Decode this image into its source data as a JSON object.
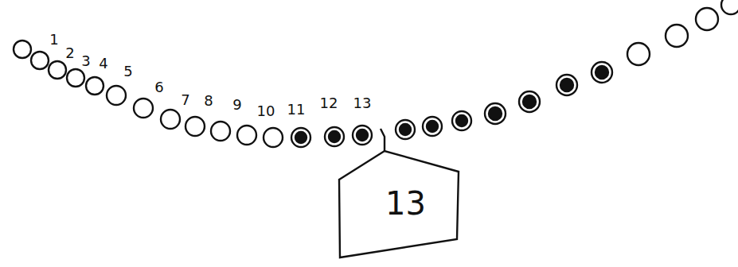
{
  "diagram": {
    "nodes": [
      {
        "text": [
          "13"
        ]
      }
    ],
    "labels": [
      "1",
      "2",
      "3",
      "4",
      "5",
      "6",
      "7",
      "8",
      "9",
      "10",
      "11",
      "12",
      "13"
    ]
  }
}
